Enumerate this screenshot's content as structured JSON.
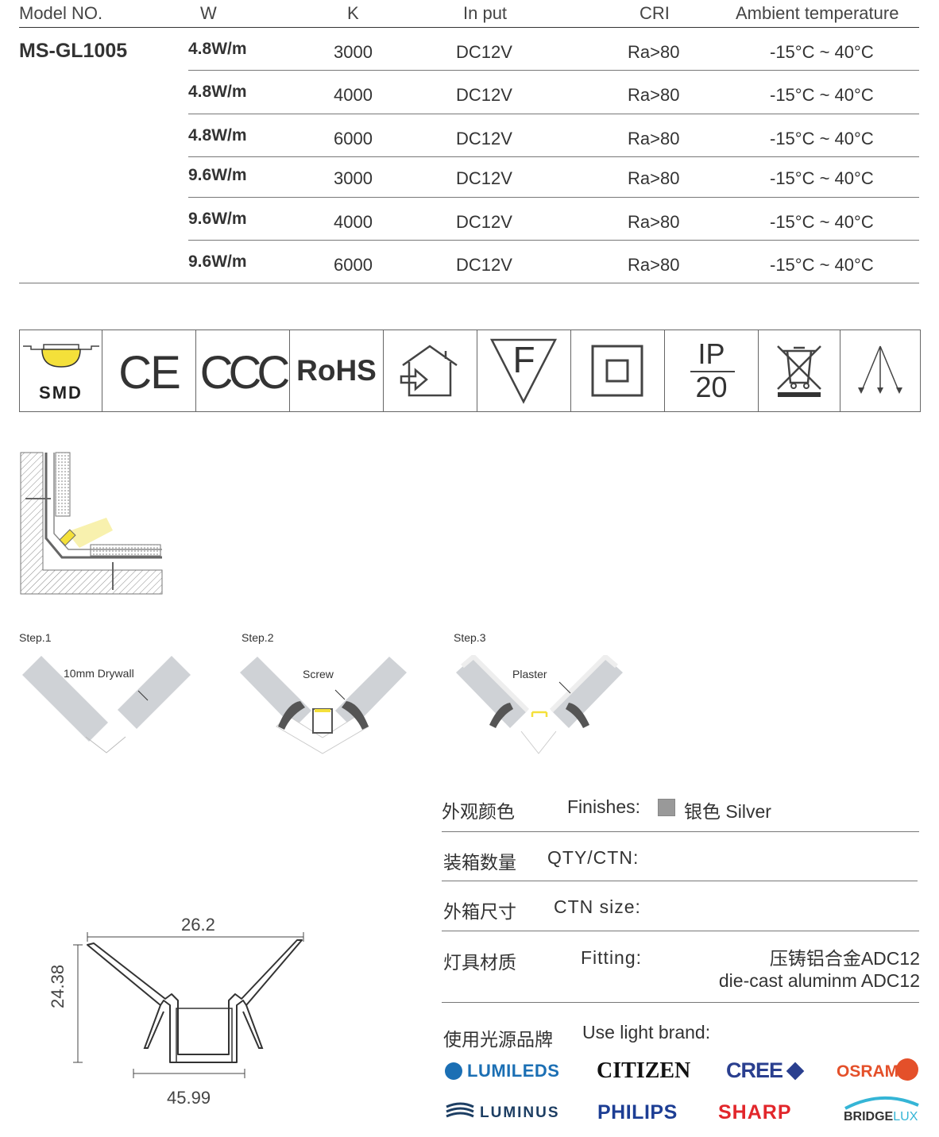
{
  "table": {
    "headers": [
      "Model NO.",
      "W",
      "K",
      "In put",
      "CRI",
      "Ambient temperature"
    ],
    "model": "MS-GL1005",
    "rows": [
      {
        "w": "4.8W/m",
        "k": "3000",
        "input": "DC12V",
        "cri": "Ra>80",
        "temp": "-15°C ~ 40°C"
      },
      {
        "w": "4.8W/m",
        "k": "4000",
        "input": "DC12V",
        "cri": "Ra>80",
        "temp": "-15°C ~ 40°C"
      },
      {
        "w": "4.8W/m",
        "k": "6000",
        "input": "DC12V",
        "cri": "Ra>80",
        "temp": "-15°C ~ 40°C"
      },
      {
        "w": "9.6W/m",
        "k": "3000",
        "input": "DC12V",
        "cri": "Ra>80",
        "temp": "-15°C ~ 40°C"
      },
      {
        "w": "9.6W/m",
        "k": "4000",
        "input": "DC12V",
        "cri": "Ra>80",
        "temp": "-15°C ~ 40°C"
      },
      {
        "w": "9.6W/m",
        "k": "6000",
        "input": "DC12V",
        "cri": "Ra>80",
        "temp": "-15°C ~ 40°C"
      }
    ]
  },
  "certs": {
    "smd": "SMD",
    "ce": "CE",
    "ccc": "CCC",
    "rohs": "RoHS",
    "f": "F",
    "ip_top": "IP",
    "ip_bottom": "20",
    "icons": [
      "smd-icon",
      "ce-mark-icon",
      "ccc-mark-icon",
      "rohs-icon",
      "indoor-use-icon",
      "f-mark-icon",
      "class-ii-icon",
      "ip20-icon",
      "weee-bin-icon",
      "beam-angle-icon"
    ]
  },
  "steps": [
    {
      "label": "Step.1",
      "note": "10mm Drywall"
    },
    {
      "label": "Step.2",
      "note": "Screw"
    },
    {
      "label": "Step.3",
      "note": "Plaster"
    }
  ],
  "dims": {
    "top": "26.2",
    "height": "24.38",
    "bottom": "45.99"
  },
  "info": {
    "finish_cn": "外观颜色",
    "finish_en": "Finishes:",
    "finish_value": "银色 Silver",
    "finish_swatch": "#999999",
    "qty_cn": "装箱数量",
    "qty_en": "QTY/CTN:",
    "ctn_cn": "外箱尺寸",
    "ctn_en": "CTN size:",
    "fit_cn": "灯具材质",
    "fit_en": "Fitting:",
    "fit_value_cn": "压铸铝合金ADC12",
    "fit_value_en": "die-cast aluminm ADC12",
    "brand_cn": "使用光源品牌",
    "brand_en": "Use light brand:"
  },
  "brands": {
    "lumileds": "LUMILEDS",
    "citizen": "CITIZEN",
    "cree": "CREE",
    "osram": "OSRAM",
    "luminus": "LUMINUS",
    "philips": "PHILIPS",
    "sharp": "SHARP",
    "bridgelux_a": "BRIDGE",
    "bridgelux_b": "LUX"
  },
  "colors": {
    "accent_yellow": "#f4e03a",
    "lumileds": "#1b6fb4",
    "cree": "#2a3f8f",
    "osram": "#e4502a",
    "philips": "#1d3e94",
    "sharp": "#e2262b"
  }
}
